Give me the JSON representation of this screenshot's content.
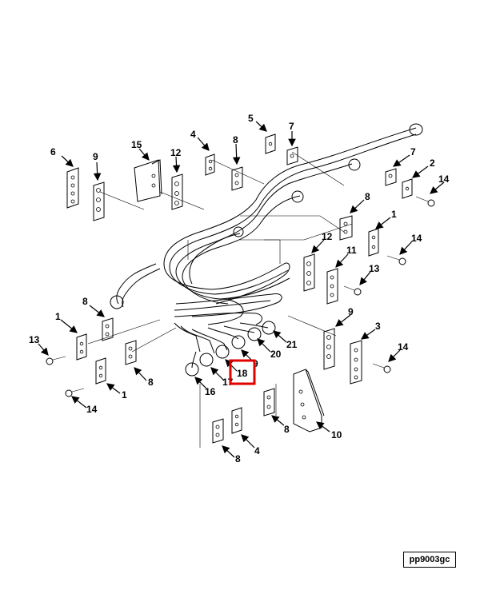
{
  "figure_id": "pp9003gc",
  "highlight_color": "#e00000",
  "highlighted_callout": "18",
  "callouts": {
    "c1a": "1",
    "c1b": "1",
    "c1c": "1",
    "c2": "2",
    "c3": "3",
    "c4a": "4",
    "c4b": "4",
    "c5": "5",
    "c6": "6",
    "c7a": "7",
    "c7b": "7",
    "c8a": "8",
    "c8b": "8",
    "c8c": "8",
    "c8d": "8",
    "c8e": "8",
    "c8f": "8",
    "c9a": "9",
    "c9b": "9",
    "c9c": "9",
    "c10": "10",
    "c11": "11",
    "c12a": "12",
    "c12b": "12",
    "c13a": "13",
    "c13b": "13",
    "c14a": "14",
    "c14b": "14",
    "c14c": "14",
    "c14d": "14",
    "c15": "15",
    "c16": "16",
    "c17": "17",
    "c18": "18",
    "c20": "20",
    "c21": "21"
  }
}
